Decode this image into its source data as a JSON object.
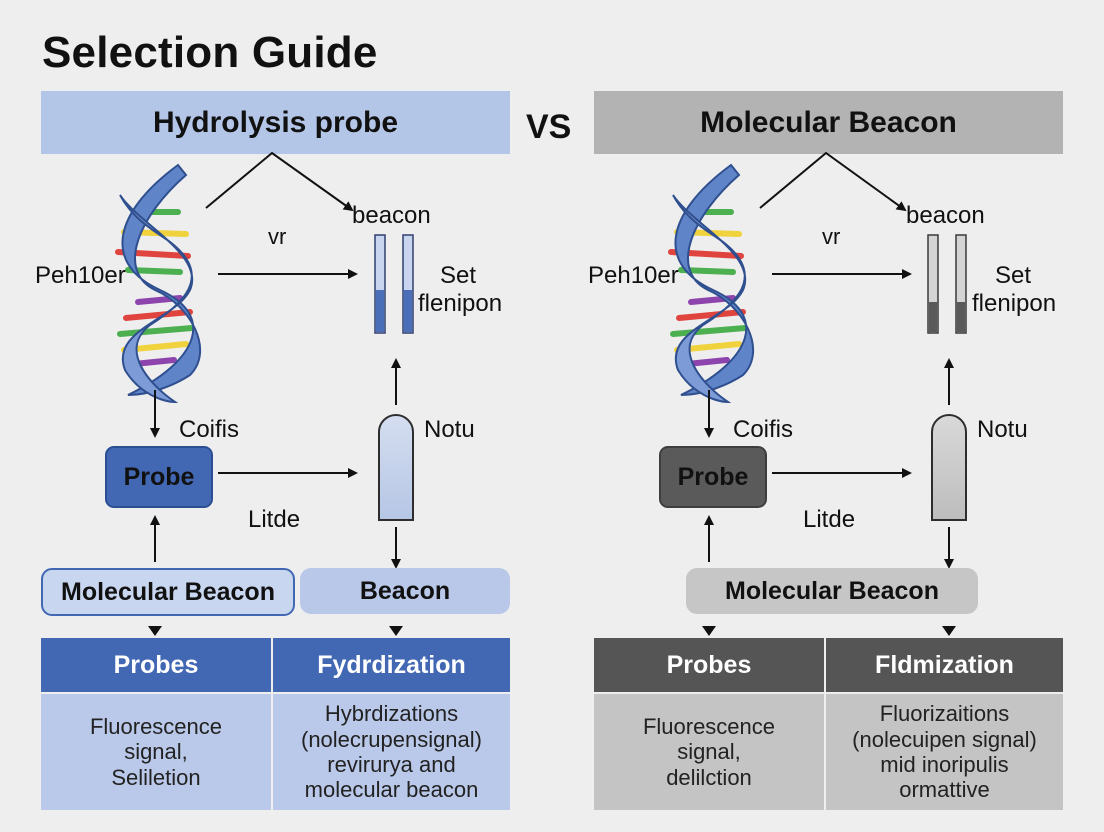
{
  "title": "Selection Guide",
  "vs_label": "VS",
  "colors": {
    "blue_header_bg": "#b4c6e7",
    "blue_dark": "#4268b4",
    "blue_light": "#b9c8e8",
    "gray_header_bg": "#b3b3b3",
    "gray_dark": "#555555",
    "gray_light": "#c6c6c6"
  },
  "left": {
    "header": "Hydrolysis probe",
    "label_beacon": "beacon",
    "label_vr": "vr",
    "label_primer": "Peh10er",
    "label_set": "Set",
    "label_flenipon": "flenipon",
    "label_coifis": "Coifis",
    "label_notu": "Notu",
    "label_litde": "Litde",
    "probe_box": "Probe",
    "mb_box": "Molecular Beacon",
    "beacon_box": "Beacon",
    "table": {
      "col1_header": "Probes",
      "col2_header": "Fydrdization",
      "col1_body": "Fluorescence\nsignal,\nSeliletion",
      "col2_body": "Hybrdizations\n(nolecrupensignal)\nrevirurya and\nmolecular beacon"
    }
  },
  "right": {
    "header": "Molecular Beacon",
    "label_beacon": "beacon",
    "label_vr": "vr",
    "label_primer": "Peh10er",
    "label_set": "Set",
    "label_flenipon": "flenipon",
    "label_coifis": "Coifis",
    "label_notu": "Notu",
    "label_litde": "Litde",
    "probe_box": "Probe",
    "mb_box": "Molecular Beacon",
    "table": {
      "col1_header": "Probes",
      "col2_header": "Fldmization",
      "col1_body": "Fluorescence\nsignal,\ndelilction",
      "col2_body": "Fluorizaitions\n(nolecuipen signal)\nmid inoripulis\normattive"
    }
  }
}
